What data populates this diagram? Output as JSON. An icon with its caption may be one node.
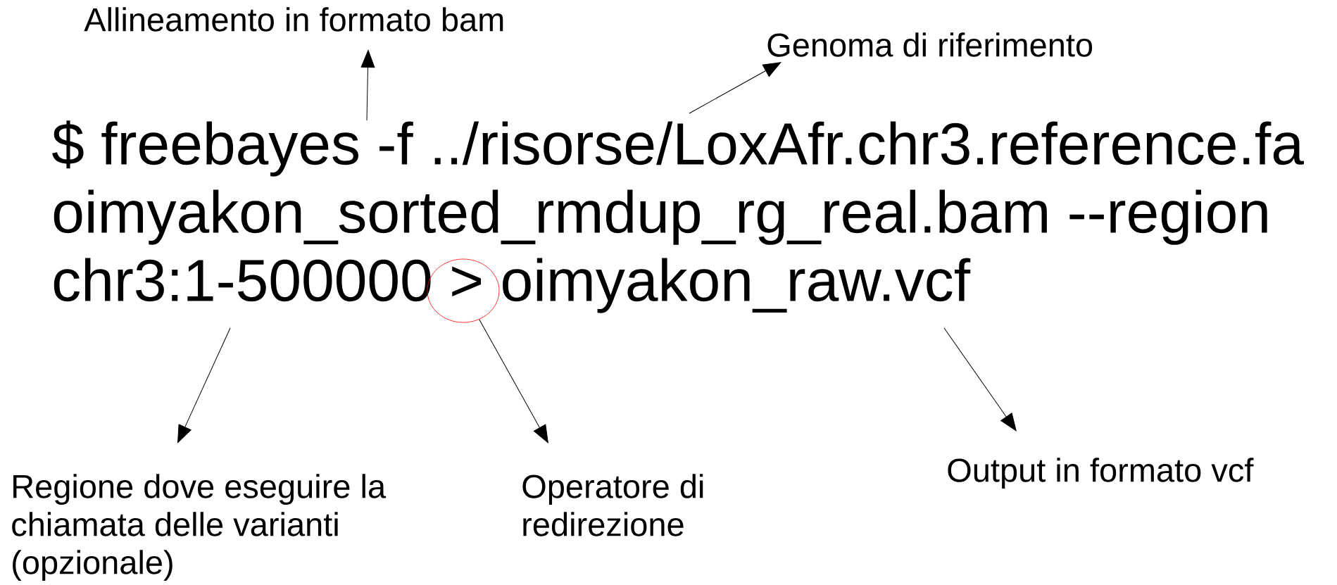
{
  "diagram": {
    "nodes": [
      {
        "text": [
          "Allineamento in formato bam"
        ]
      },
      {
        "text": [
          "Genoma di riferimento"
        ]
      },
      {
        "text": [
          "$ freebayes -f ../risorse/LoxAfr.chr3.reference.fa oimyakon_sorted_rmdup_rg_real.bam --region chr3:1-500000 > oimyakon_raw.vcf"
        ]
      },
      {
        "text": [],
        "shape": "circle",
        "in": 2
      },
      {
        "text": [
          "Regione dove eseguire la chiamata delle varianti (opzionale)"
        ]
      },
      {
        "text": [
          "Operatore di redirezione"
        ]
      },
      {
        "text": [
          "Output in formato vcf"
        ]
      }
    ],
    "edges": [
      {
        "from": 2,
        "to": 0,
        "arrow": "to"
      },
      {
        "from": 2,
        "to": 1,
        "arrow": "to"
      },
      {
        "from": 2,
        "to": 4,
        "arrow": "to"
      },
      {
        "from": 3,
        "to": 5,
        "arrow": "to"
      },
      {
        "from": 2,
        "to": 6,
        "arrow": "to"
      }
    ]
  }
}
